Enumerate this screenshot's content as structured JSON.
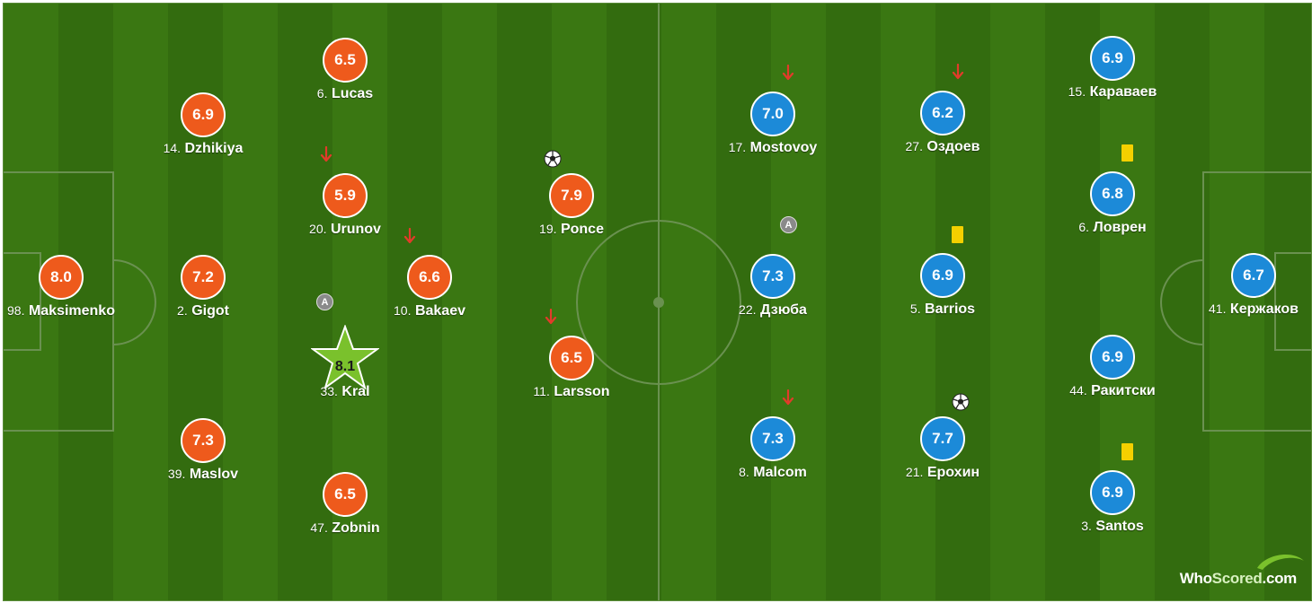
{
  "colors": {
    "home": "#ee5a1c",
    "away": "#1c8ad8",
    "best_player": "#7ac12c",
    "pitch": "#3a7712",
    "card": "#f4d000",
    "arrow": "#e23b2a"
  },
  "brand": {
    "who": "Who",
    "scored": "Scored",
    "dotcom": ".com"
  },
  "players": [
    {
      "id": "maksimenko",
      "team": "home",
      "number": "98.",
      "name": "Maksimenko",
      "rating": "8.0"
    },
    {
      "id": "dzhikiya",
      "team": "home",
      "number": "14.",
      "name": "Dzhikiya",
      "rating": "6.9"
    },
    {
      "id": "gigot",
      "team": "home",
      "number": "2.",
      "name": "Gigot",
      "rating": "7.2"
    },
    {
      "id": "maslov",
      "team": "home",
      "number": "39.",
      "name": "Maslov",
      "rating": "7.3"
    },
    {
      "id": "lucas",
      "team": "home",
      "number": "6.",
      "name": "Lucas",
      "rating": "6.5"
    },
    {
      "id": "urunov",
      "team": "home",
      "number": "20.",
      "name": "Urunov",
      "rating": "5.9",
      "icons": [
        "sub-off-arrow-icon"
      ]
    },
    {
      "id": "kral",
      "team": "home",
      "number": "33.",
      "name": "Kral",
      "rating": "8.1",
      "best": true,
      "icons": [
        "captain-icon"
      ],
      "captain_label": "A"
    },
    {
      "id": "zobnin",
      "team": "home",
      "number": "47.",
      "name": "Zobnin",
      "rating": "6.5"
    },
    {
      "id": "bakaev",
      "team": "home",
      "number": "10.",
      "name": "Bakaev",
      "rating": "6.6",
      "icons": [
        "sub-off-arrow-icon"
      ]
    },
    {
      "id": "ponce",
      "team": "home",
      "number": "19.",
      "name": "Ponce",
      "rating": "7.9",
      "icons": [
        "goal-ball-icon"
      ]
    },
    {
      "id": "larsson",
      "team": "home",
      "number": "11.",
      "name": "Larsson",
      "rating": "6.5",
      "icons": [
        "sub-off-arrow-icon"
      ]
    },
    {
      "id": "mostovoy",
      "team": "away",
      "number": "17.",
      "name": "Mostovoy",
      "rating": "7.0",
      "icons": [
        "sub-off-arrow-icon"
      ]
    },
    {
      "id": "dzyuba",
      "team": "away",
      "number": "22.",
      "name": "Дзюба",
      "rating": "7.3",
      "icons": [
        "captain-icon"
      ],
      "captain_label": "A"
    },
    {
      "id": "malcom",
      "team": "away",
      "number": "8.",
      "name": "Malcom",
      "rating": "7.3",
      "icons": [
        "sub-off-arrow-icon"
      ]
    },
    {
      "id": "ozdoev",
      "team": "away",
      "number": "27.",
      "name": "Оздоев",
      "rating": "6.2",
      "icons": [
        "sub-off-arrow-icon"
      ]
    },
    {
      "id": "barrios",
      "team": "away",
      "number": "5.",
      "name": "Barrios",
      "rating": "6.9",
      "icons": [
        "yellow-card-icon"
      ]
    },
    {
      "id": "erokhin",
      "team": "away",
      "number": "21.",
      "name": "Ерохин",
      "rating": "7.7",
      "icons": [
        "goal-ball-icon"
      ]
    },
    {
      "id": "karavaev",
      "team": "away",
      "number": "15.",
      "name": "Караваев",
      "rating": "6.9"
    },
    {
      "id": "lovren",
      "team": "away",
      "number": "6.",
      "name": "Ловрен",
      "rating": "6.8",
      "icons": [
        "yellow-card-icon"
      ]
    },
    {
      "id": "rakitskiy",
      "team": "away",
      "number": "44.",
      "name": "Ракитски",
      "rating": "6.9"
    },
    {
      "id": "santos",
      "team": "away",
      "number": "3.",
      "name": "Santos",
      "rating": "6.9",
      "icons": [
        "yellow-card-icon"
      ]
    },
    {
      "id": "kerzhakov",
      "team": "away",
      "number": "41.",
      "name": "Кержаков",
      "rating": "6.7"
    }
  ]
}
